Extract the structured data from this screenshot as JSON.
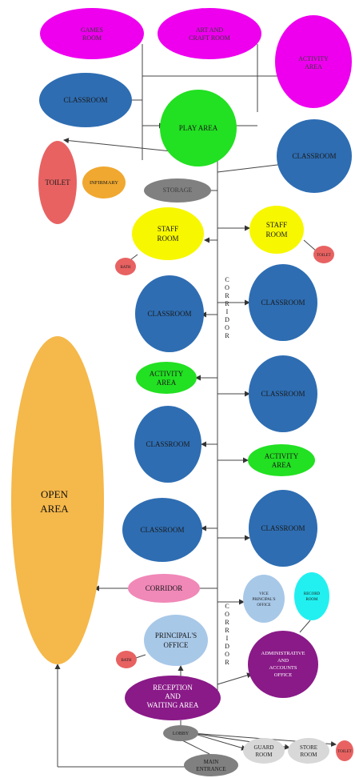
{
  "colors": {
    "magenta": "#ee00ee",
    "blue": "#2e6db2",
    "green": "#22e022",
    "yellow": "#f7f700",
    "red": "#e86262",
    "orange": "#f0a830",
    "grey": "#808080",
    "pink": "#f088b8",
    "lightblue": "#a8c8e8",
    "cyan": "#22f0f0",
    "purple": "#8a1a88",
    "openarea": "#f5b84a",
    "lightgrey": "#d8d8d8"
  },
  "nodes": {
    "games_room": [
      "GAMES",
      "ROOM"
    ],
    "art_room": [
      "ART AND",
      "CRAFT ROOM"
    ],
    "activity_top": [
      "ACTIVITY",
      "AREA"
    ],
    "classroom_1": [
      "CLASSROOM"
    ],
    "play_area": [
      "PLAY AREA"
    ],
    "classroom_2": [
      "CLASSROOM"
    ],
    "toilet": [
      "TOILET"
    ],
    "infirmary": [
      "INFIRMARY"
    ],
    "storage": [
      "STORAGE"
    ],
    "staff_room_left": [
      "STAFF",
      "ROOM"
    ],
    "staff_room_right": [
      "STAFF",
      "ROOM"
    ],
    "small_red_left": [
      "BATH"
    ],
    "small_red_right": [
      "TOILET"
    ],
    "classroom_3": [
      "CLASSROOM"
    ],
    "classroom_4": [
      "CLASSROOM"
    ],
    "activity_mid": [
      "ACTIVITY",
      "AREA"
    ],
    "classroom_5": [
      "CLASSROOM"
    ],
    "classroom_6": [
      "CLASSROOM"
    ],
    "activity_right": [
      "ACTIVITY",
      "AREA"
    ],
    "classroom_7": [
      "CLASSROOM"
    ],
    "classroom_8": [
      "CLASSROOM"
    ],
    "open_area": [
      "OPEN",
      "AREA"
    ],
    "corridor_node": [
      "CORRIDOR"
    ],
    "vice_principal": [
      "VICE",
      "PRINCIPAL'S",
      "OFFICE"
    ],
    "records_room": [
      "RECORD",
      "ROOM"
    ],
    "principal_office": [
      "PRINCIPAL'S",
      "OFFICE"
    ],
    "small_red_principal": [
      "BATH"
    ],
    "admin_office": [
      "ADMINISTRATIVE",
      "AND",
      "ACCOUNTS",
      "OFFICE"
    ],
    "reception": [
      "RECEPTION",
      "AND",
      "WAITING AREA"
    ],
    "lobby": [
      "LOBBY"
    ],
    "guard_room": [
      "GUARD",
      "ROOM"
    ],
    "store_room": [
      "STORE",
      "ROOM"
    ],
    "small_red_bottom": [
      "TOILET"
    ],
    "main_entrance": [
      "MAIN",
      "ENTRANCE"
    ]
  },
  "corridor_upper": "CORRIDOR",
  "corridor_lower": "CORRIDOR"
}
